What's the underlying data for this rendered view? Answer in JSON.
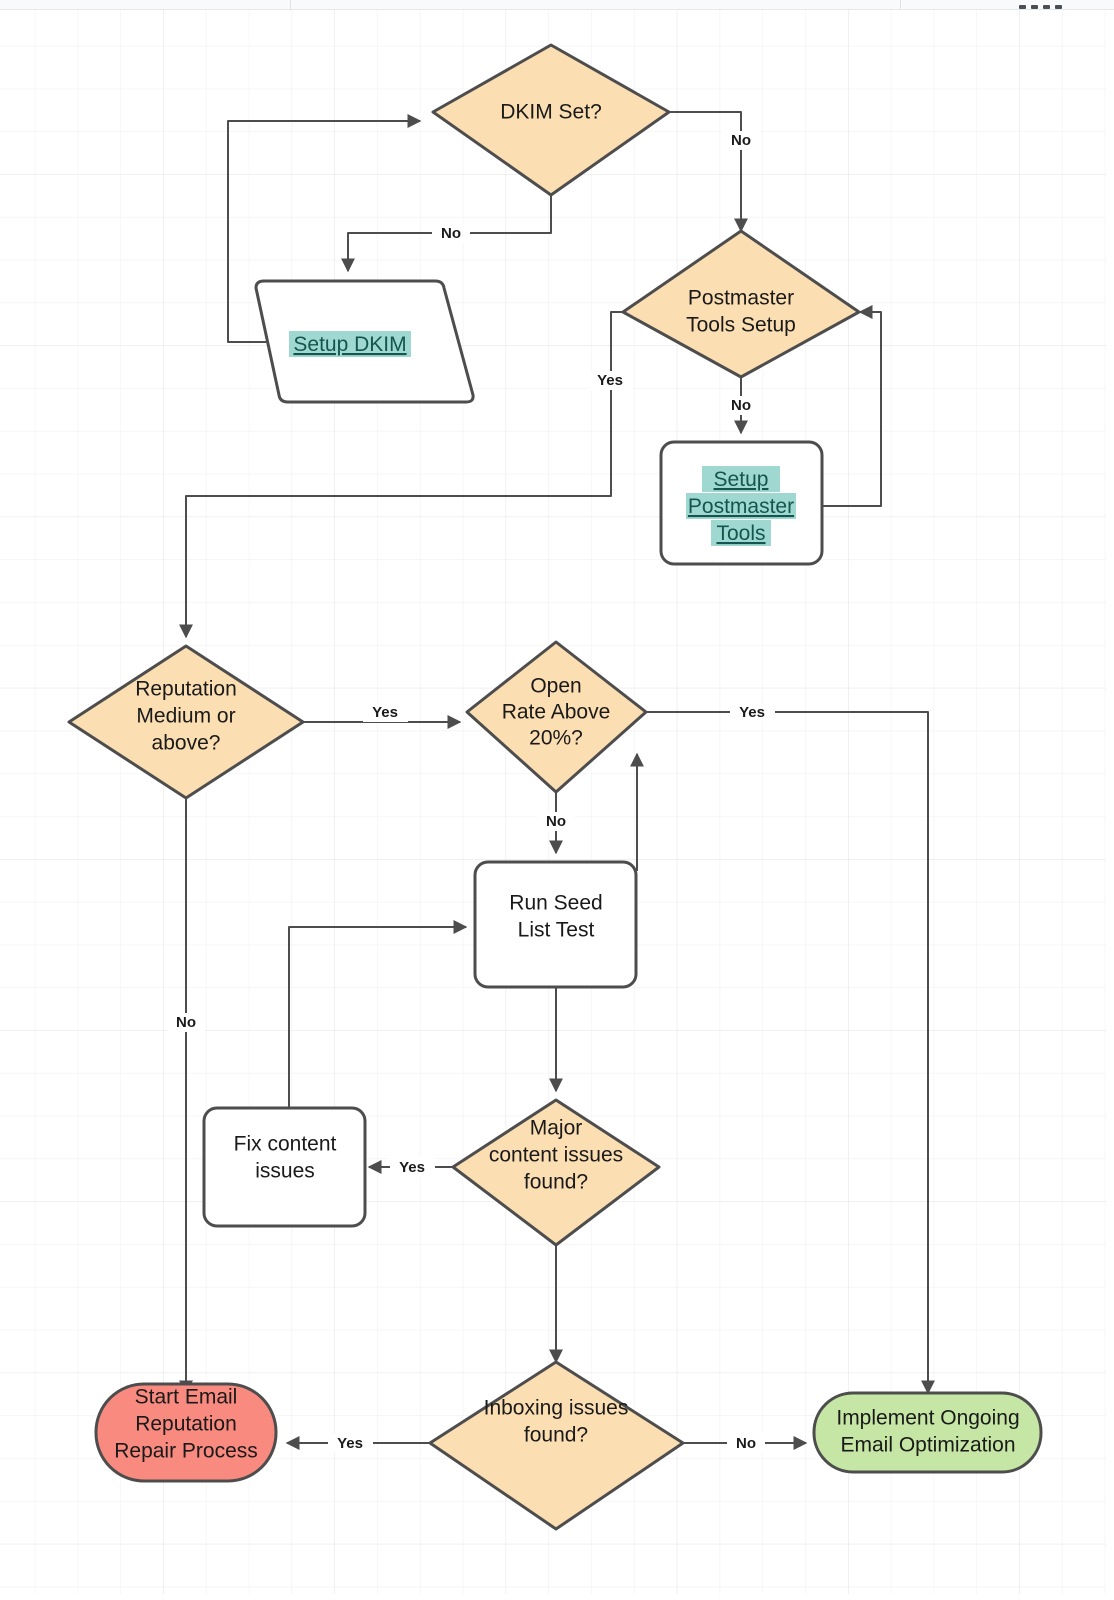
{
  "toolbar": {
    "present": true,
    "icons": [
      "bold-icon",
      "italic-icon",
      "underline-icon",
      "align-icon"
    ]
  },
  "canvas": {
    "background": "#ffffff",
    "grid": "on",
    "grid_minor_color": "#eeeeee",
    "grid_major_color": "#e2e2e2"
  },
  "theme": {
    "decision_fill": "#fcdeb3",
    "process_fill": "#ffffff",
    "terminal_error_fill": "#f98a80",
    "terminal_success_fill": "#c5e6a4",
    "stroke": "#4d4d4d",
    "link_text": "#14564f",
    "link_highlight": "#9fd8d0"
  },
  "nodes": {
    "dkim_set": {
      "label": "DKIM Set?",
      "shape": "decision",
      "fill": "#fcdeb3"
    },
    "setup_dkim": {
      "label": "Setup DKIM",
      "shape": "manual-operation",
      "fill": "#ffffff",
      "is_link": true,
      "highlighted": true
    },
    "postmaster_setup": {
      "line1": "Postmaster",
      "line2": "Tools Setup",
      "shape": "decision",
      "fill": "#fcdeb3"
    },
    "setup_postmaster": {
      "line1": "Setup",
      "line2": "Postmaster",
      "line3": "Tools",
      "shape": "process",
      "fill": "#ffffff",
      "is_link": true,
      "highlighted": true
    },
    "reputation": {
      "line1": "Reputation",
      "line2": "Medium or",
      "line3": "above?",
      "shape": "decision",
      "fill": "#fcdeb3"
    },
    "open_rate": {
      "line1": "Open",
      "line2": "Rate Above",
      "line3": "20%?",
      "shape": "decision",
      "fill": "#fcdeb3"
    },
    "run_seed": {
      "line1": "Run Seed",
      "line2": "List Test",
      "shape": "process",
      "fill": "#ffffff"
    },
    "major_content": {
      "line1": "Major",
      "line2": "content issues",
      "line3": "found?",
      "shape": "decision",
      "fill": "#fcdeb3"
    },
    "fix_content": {
      "line1": "Fix content",
      "line2": "issues",
      "shape": "process",
      "fill": "#ffffff"
    },
    "inboxing": {
      "line1": "Inboxing issues",
      "line2": "found?",
      "shape": "decision",
      "fill": "#fcdeb3"
    },
    "repair": {
      "line1": "Start Email",
      "line2": "Reputation",
      "line3": "Repair Process",
      "shape": "terminal",
      "fill": "#f98a80"
    },
    "optimize": {
      "line1": "Implement Ongoing",
      "line2": "Email Optimization",
      "shape": "terminal",
      "fill": "#c5e6a4"
    }
  },
  "edge_labels": {
    "dkim_no_down": "No",
    "dkim_no_right": "No",
    "postmaster_yes": "Yes",
    "postmaster_no": "No",
    "reputation_yes": "Yes",
    "reputation_no": "No",
    "open_rate_yes": "Yes",
    "open_rate_no": "No",
    "major_yes": "Yes",
    "inboxing_yes": "Yes",
    "inboxing_no": "No"
  }
}
